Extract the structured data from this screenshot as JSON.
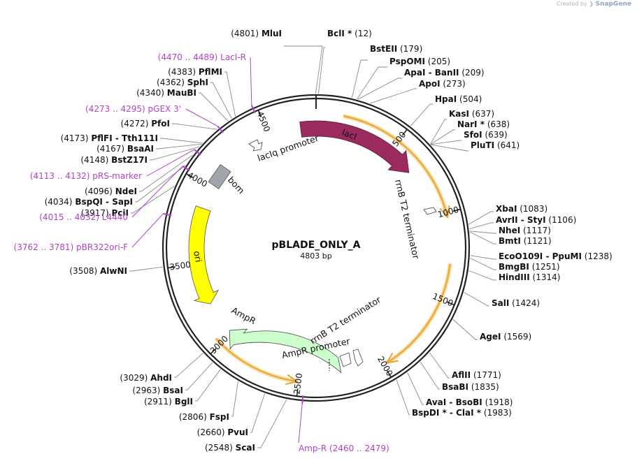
{
  "credit": {
    "prefix": "Created by",
    "brand": "SnapGene"
  },
  "plasmid": {
    "name": "pBLADE_ONLY_A",
    "length_label": "4803 bp",
    "length": 4803
  },
  "colors": {
    "primer": "#b041c9",
    "lacI": "#9b2b5f",
    "ori": "#ffff00",
    "AmpR": "#ccffcc",
    "bom": "#a0a4ab",
    "orf": "#e8a33d"
  },
  "ticks": [
    "500",
    "1000",
    "1500",
    "2000",
    "2500",
    "3000",
    "3500",
    "4000",
    "4500"
  ],
  "features": {
    "lacI": "lacI",
    "lacIq": "lacIq promoter",
    "rrnB1": "rrnB T2 terminator",
    "rrnB2": "rrnB T2 terminator",
    "ampr_prom": "AmpR promoter",
    "ampR": "AmpR",
    "ori": "ori",
    "bom": "bom"
  },
  "sites": [
    {
      "name": "MluI",
      "pos": "(4801)"
    },
    {
      "name": "BclI *",
      "pos": "(12)"
    },
    {
      "name": "BstEII",
      "pos": "(179)"
    },
    {
      "name": "PspOMI",
      "pos": "(205)"
    },
    {
      "name": "ApaI",
      "name2": "BanII",
      "pos": "(209)"
    },
    {
      "name": "ApoI",
      "pos": "(273)"
    },
    {
      "name": "HpaI",
      "pos": "(504)"
    },
    {
      "name": "KasI",
      "pos": "(637)"
    },
    {
      "name": "NarI *",
      "pos": "(638)"
    },
    {
      "name": "SfoI",
      "pos": "(639)"
    },
    {
      "name": "PluTI",
      "pos": "(641)"
    },
    {
      "name": "XbaI",
      "pos": "(1083)"
    },
    {
      "name": "AvrII",
      "name2": "StyI",
      "pos": "(1106)"
    },
    {
      "name": "NheI",
      "pos": "(1117)"
    },
    {
      "name": "BmtI",
      "pos": "(1121)"
    },
    {
      "name": "EcoO109I",
      "name2": "PpuMI",
      "pos": "(1238)"
    },
    {
      "name": "BmgBI",
      "pos": "(1251)"
    },
    {
      "name": "HindIII",
      "pos": "(1314)"
    },
    {
      "name": "SalI",
      "pos": "(1424)"
    },
    {
      "name": "AgeI",
      "pos": "(1569)"
    },
    {
      "name": "AflII",
      "pos": "(1771)"
    },
    {
      "name": "BsaBI",
      "pos": "(1835)"
    },
    {
      "name": "AvaI",
      "name2": "BsoBI",
      "pos": "(1918)"
    },
    {
      "name": "BspDI *",
      "name2": "ClaI *",
      "pos": "(1983)"
    },
    {
      "name": "ScaI",
      "pos": "(2548)"
    },
    {
      "name": "PvuI",
      "pos": "(2660)"
    },
    {
      "name": "FspI",
      "pos": "(2806)"
    },
    {
      "name": "BglI",
      "pos": "(2911)"
    },
    {
      "name": "BsaI",
      "pos": "(2963)"
    },
    {
      "name": "AhdI",
      "pos": "(3029)"
    },
    {
      "name": "AlwNI",
      "pos": "(3508)"
    },
    {
      "name": "PciI",
      "pos": "(3917)"
    },
    {
      "name": "BspQI",
      "name2": "SapI",
      "pos": "(4034)"
    },
    {
      "name": "NdeI",
      "pos": "(4096)"
    },
    {
      "name": "BstZ17I",
      "pos": "(4148)"
    },
    {
      "name": "BsaAI",
      "pos": "(4167)"
    },
    {
      "name": "PflFI",
      "name2": "Tth111I",
      "pos": "(4173)"
    },
    {
      "name": "PfoI",
      "pos": "(4272)"
    },
    {
      "name": "MauBI",
      "pos": "(4340)"
    },
    {
      "name": "SphI",
      "pos": "(4362)"
    },
    {
      "name": "PflMI",
      "pos": "(4383)"
    }
  ],
  "primers": [
    {
      "range": "(4470 .. 4489)",
      "name": "LacI-R"
    },
    {
      "range": "(4273 .. 4295)",
      "name": "pGEX 3'"
    },
    {
      "range": "(4113 .. 4132)",
      "name": "pRS-marker"
    },
    {
      "range": "(4015 .. 4032)",
      "name": "L4440"
    },
    {
      "range": "(3762 .. 3781)",
      "name": "pBR322ori-F"
    },
    {
      "name": "Amp-R",
      "range": "(2460 .. 2479)"
    }
  ]
}
